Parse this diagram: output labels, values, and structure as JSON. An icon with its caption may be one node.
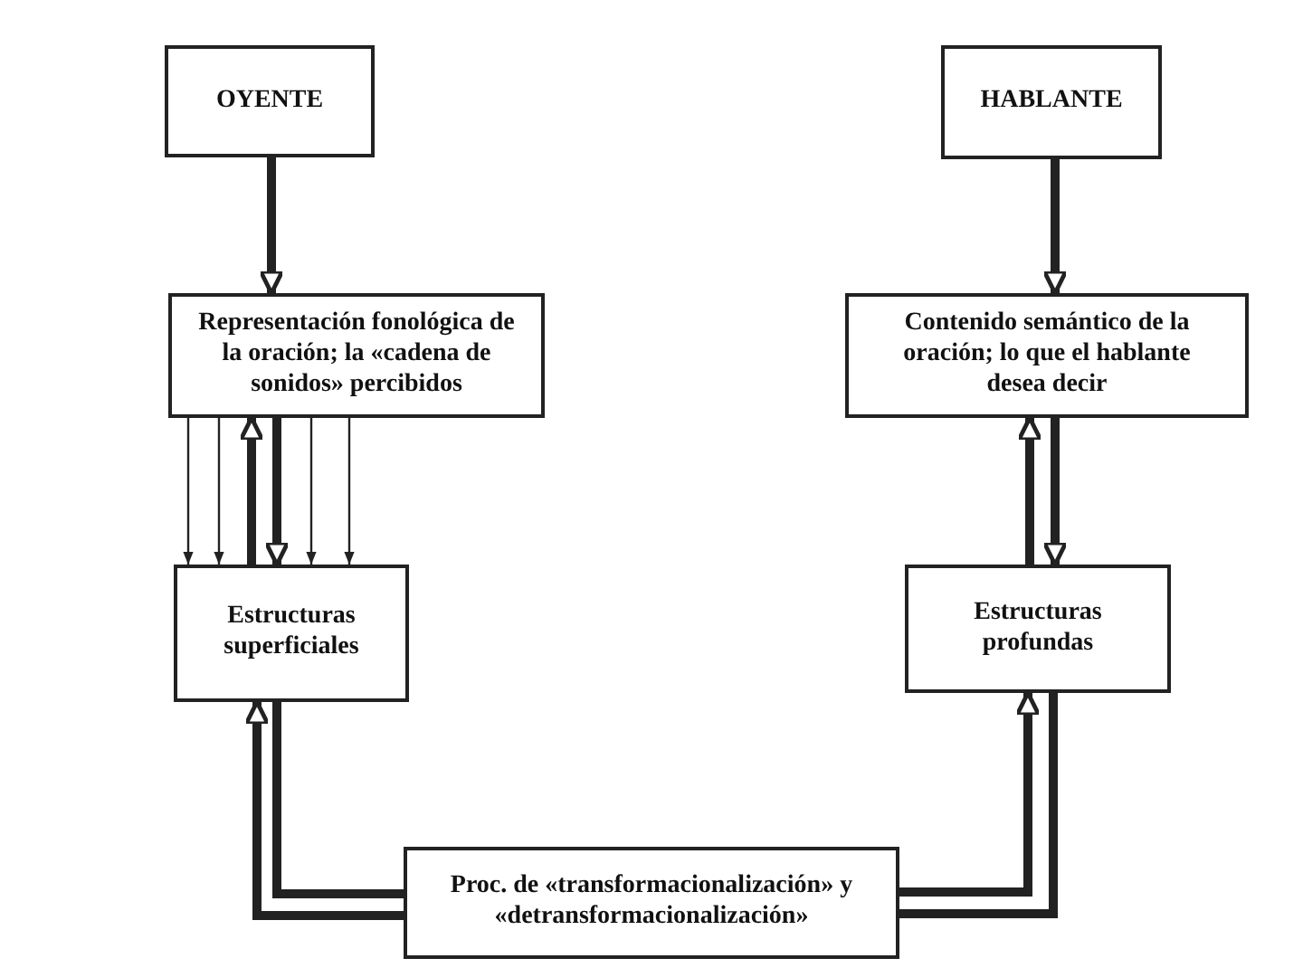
{
  "diagram": {
    "nodes": [
      {
        "text": [
          "OYENTE"
        ]
      },
      {
        "text": [
          "HABLANTE"
        ]
      },
      {
        "text": [
          "Representación fonológica de la oración; la «cadena de sonidos» percibidos"
        ]
      },
      {
        "text": [
          "Contenido semántico de la oración; lo que el hablante desea decir"
        ]
      },
      {
        "text": [
          "Estructuras superficiales"
        ]
      },
      {
        "text": [
          "Estructuras profundas"
        ]
      },
      {
        "text": [
          "Proc. de «transformacionalización» y «detransformacionalización»"
        ]
      }
    ],
    "edges": [
      {
        "from": 0,
        "to": 2,
        "arrow": "to"
      },
      {
        "from": 1,
        "to": 3,
        "arrow": "to"
      },
      {
        "from": 2,
        "to": 4,
        "arrow": "to"
      },
      {
        "from": 2,
        "to": 4,
        "arrow": "to"
      },
      {
        "from": 4,
        "to": 2,
        "arrow": "to"
      },
      {
        "from": 2,
        "to": 4,
        "arrow": "to"
      },
      {
        "from": 2,
        "to": 4,
        "arrow": "to"
      },
      {
        "from": 2,
        "to": 4,
        "arrow": "to"
      },
      {
        "from": 5,
        "to": 3,
        "arrow": "to"
      },
      {
        "from": 3,
        "to": 5,
        "arrow": "to"
      },
      {
        "from": 6,
        "to": 4,
        "arrow": "to"
      },
      {
        "from": 4,
        "to": 6,
        "arrow": "none"
      },
      {
        "from": 6,
        "to": 5,
        "arrow": "to"
      },
      {
        "from": 5,
        "to": 6,
        "arrow": "none"
      }
    ]
  }
}
